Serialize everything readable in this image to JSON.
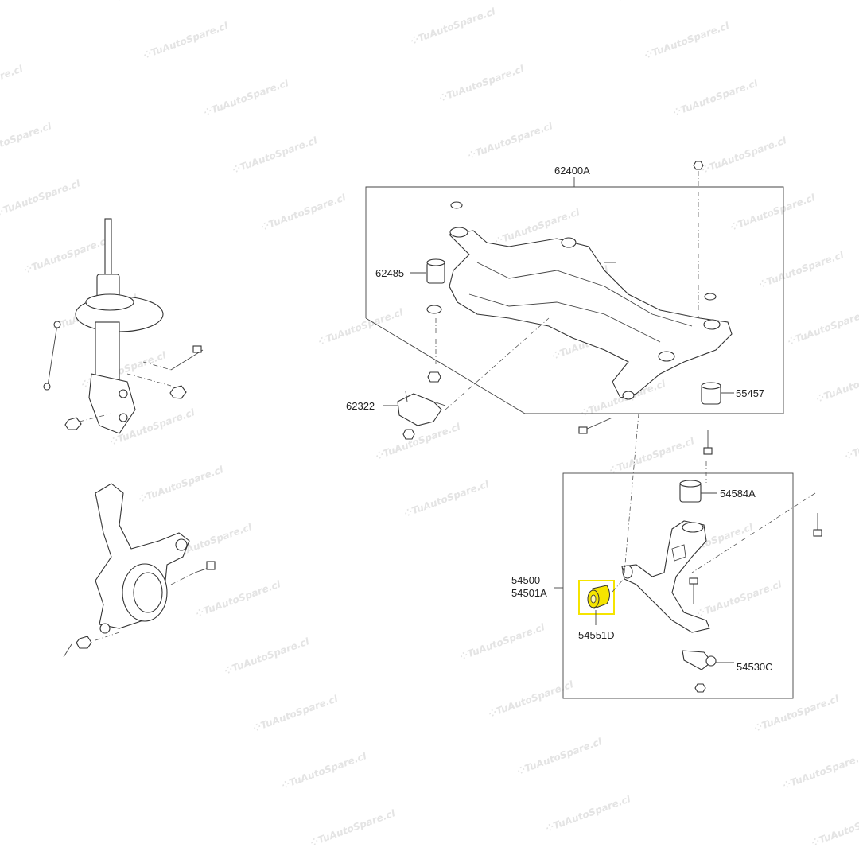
{
  "watermark": "TuAutoSpare.cl",
  "highlight_color": "#f5e400",
  "labels": {
    "subframe": "62400A",
    "mount_bushing": "62485",
    "bracket": "62322",
    "rear_bushing": "55457",
    "arm_bushing_vertical": "54584A",
    "lower_arm_1": "54500",
    "lower_arm_2": "54501A",
    "arm_bushing_horizontal": "54551D",
    "ball_joint": "54530C"
  }
}
